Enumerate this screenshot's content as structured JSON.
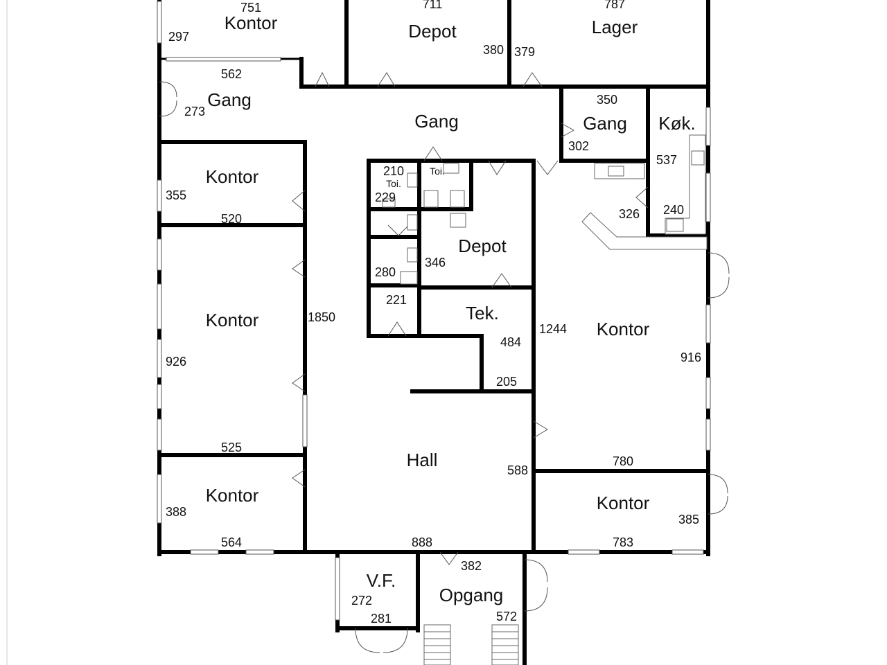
{
  "rooms": {
    "kontor_top": "Kontor",
    "depot_top": "Depot",
    "lager": "Lager",
    "gang_left": "Gang",
    "gang_center": "Gang",
    "gang_right": "Gang",
    "kok": "Køk.",
    "kontor_l1": "Kontor",
    "toi_a": "Toi.",
    "toi_b": "Toi.",
    "depot_mid": "Depot",
    "kontor_l2": "Kontor",
    "tek": "Tek.",
    "kontor_right": "Kontor",
    "hall": "Hall",
    "kontor_l3": "Kontor",
    "kontor_br": "Kontor",
    "vf": "V.F.",
    "opgang": "Opgang"
  },
  "dims": {
    "d751": "751",
    "d297": "297",
    "d711": "711",
    "d380": "380",
    "d787": "787",
    "d379": "379",
    "d562": "562",
    "d273": "273",
    "d350": "350",
    "d302": "302",
    "d537": "537",
    "d355": "355",
    "d210": "210",
    "d229": "229",
    "d520": "520",
    "d326": "326",
    "d240": "240",
    "d280": "280",
    "d346": "346",
    "d221": "221",
    "d1850": "1850",
    "d484": "484",
    "d1244": "1244",
    "d926": "926",
    "d916": "916",
    "d205": "205",
    "d525": "525",
    "d588": "588",
    "d780": "780",
    "d388": "388",
    "d385": "385",
    "d564": "564",
    "d888": "888",
    "d783": "783",
    "d382": "382",
    "d272": "272",
    "d281": "281",
    "d572": "572"
  }
}
